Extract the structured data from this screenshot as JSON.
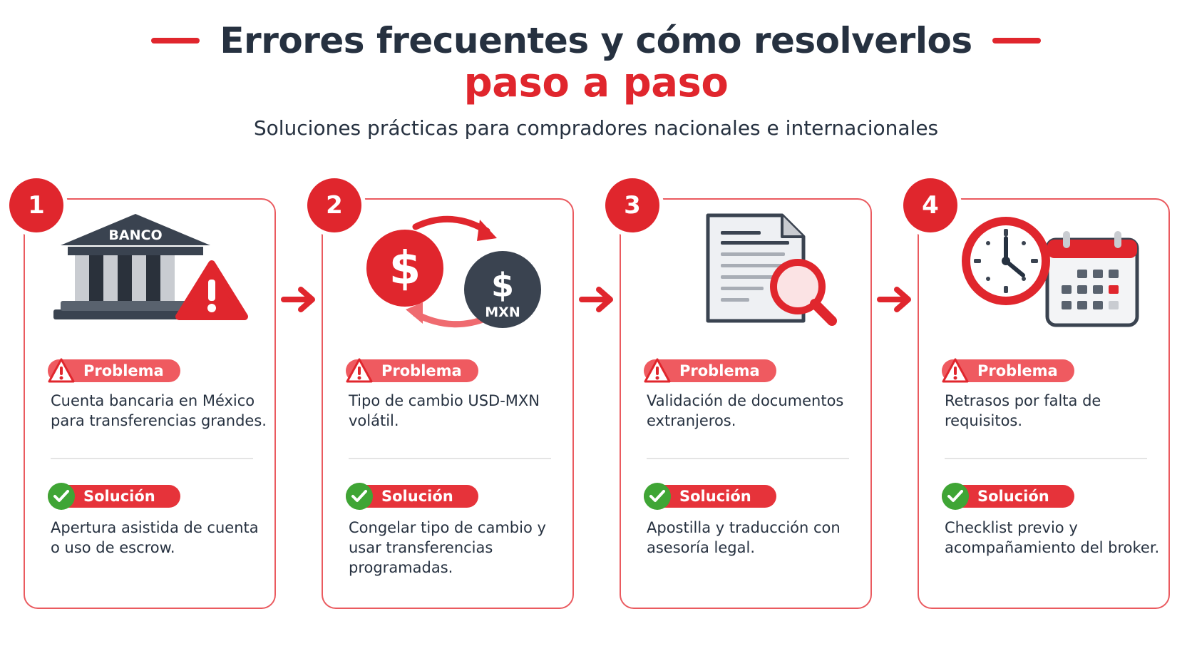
{
  "header": {
    "title_line1": "Errores frecuentes y cómo resolverlos",
    "title_line2": "paso a paso",
    "subtitle": "Soluciones prácticas para compradores nacionales e internacionales"
  },
  "labels": {
    "problem": "Problema",
    "solution": "Solución"
  },
  "colors": {
    "accent": "#e0262d",
    "dark": "#263140",
    "success": "#3fa535"
  },
  "steps": [
    {
      "number": "1",
      "icon": "bank-warning-icon",
      "icon_text": "BANCO",
      "problem": "Cuenta bancaria en México para transferencias grandes.",
      "solution": "Apertura asistida de cuenta o uso de escrow."
    },
    {
      "number": "2",
      "icon": "currency-exchange-icon",
      "icon_text": "MXN",
      "problem": "Tipo de cambio USD-MXN volátil.",
      "solution": "Congelar tipo de cambio y usar transferencias programadas."
    },
    {
      "number": "3",
      "icon": "document-search-icon",
      "problem": "Validación de documentos extranjeros.",
      "solution": "Apostilla y traducción con asesoría legal."
    },
    {
      "number": "4",
      "icon": "clock-calendar-icon",
      "problem": "Retrasos por falta de requisitos.",
      "solution": "Checklist previo y acompañamiento del broker."
    }
  ]
}
